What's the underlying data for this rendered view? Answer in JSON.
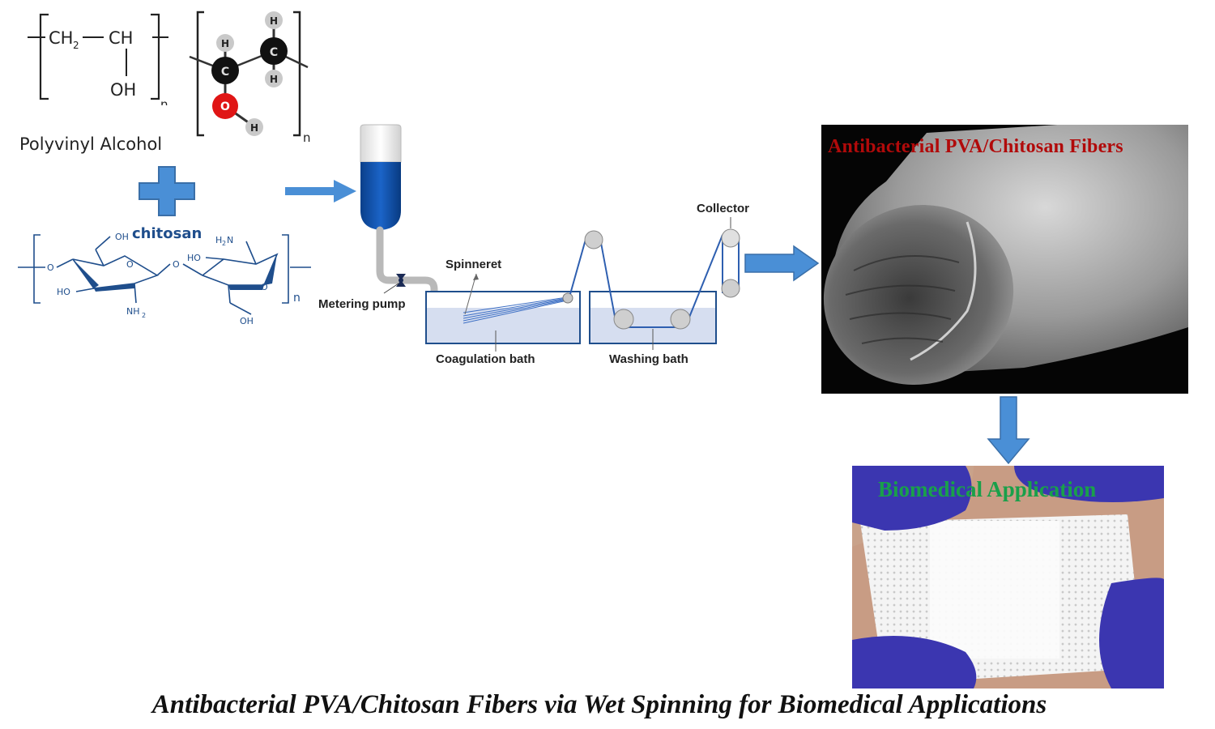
{
  "pva": {
    "formula_left": "CH",
    "formula_left_sub": "2",
    "formula_right": "CH",
    "formula_oh": "OH",
    "repeat_n": "n",
    "atoms": {
      "carbon": "C",
      "hydrogen": "H",
      "oxygen": "O"
    },
    "label": "Polyvinyl Alcohol"
  },
  "chitosan": {
    "label": "chitosan",
    "groups": {
      "oh": "OH",
      "ho": "HO",
      "nh2": "NH",
      "nh2_sub": "2",
      "h2n": "H",
      "h2n_sub": "2",
      "h2n_n": "N",
      "o": "O"
    },
    "repeat_n": "n"
  },
  "process": {
    "metering_pump": "Metering pump",
    "spinneret": "Spinneret",
    "coagulation_bath": "Coagulation bath",
    "washing_bath": "Washing bath",
    "collector": "Collector"
  },
  "sem_panel": {
    "title": "Antibacterial PVA/Chitosan Fibers"
  },
  "bio_panel": {
    "title": "Biomedical Application"
  },
  "caption": "Antibacterial PVA/Chitosan Fibers via Wet Spinning for Biomedical Applications",
  "colors": {
    "arrow_fill": "#4a8fd6",
    "arrow_stroke": "#3a6fa8",
    "solution_blue": "#0d4da1",
    "bath_fill": "#d6def0",
    "bath_stroke": "#1f4e8c",
    "sem_title": "#b10a0a",
    "bio_title": "#19a04a"
  }
}
